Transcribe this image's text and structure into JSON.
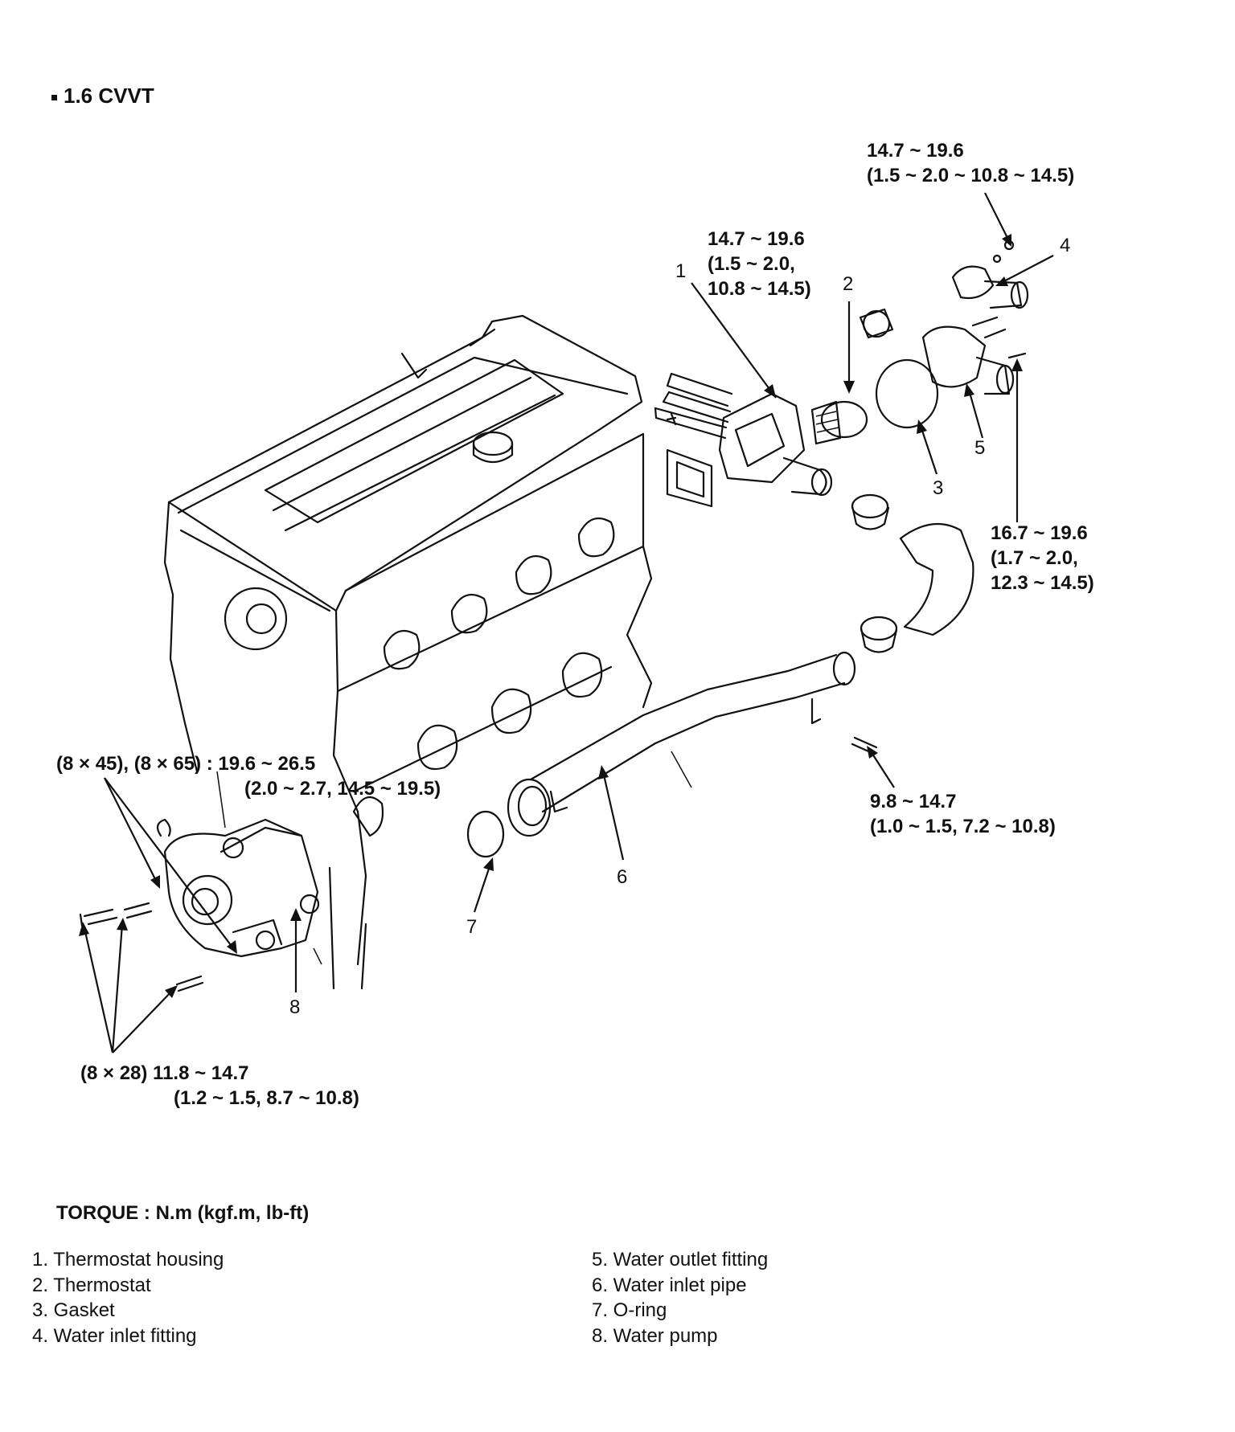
{
  "header": {
    "title": "1.6 CVVT"
  },
  "specs": {
    "top_right": [
      "14.7 ~ 19.6",
      "(1.5 ~ 2.0 ~ 10.8 ~ 14.5)"
    ],
    "housing": [
      "14.7 ~ 19.6",
      "(1.5 ~ 2.0,",
      "10.8 ~ 14.5)"
    ],
    "outlet": [
      "16.7 ~ 19.6",
      "(1.7 ~ 2.0,",
      "12.3 ~ 14.5)"
    ],
    "pipe_bolt": [
      "9.8 ~ 14.7",
      "(1.0 ~ 1.5, 7.2 ~ 10.8)"
    ],
    "pump_long": [
      "(8 ×  45), (8 × 65) : 19.6 ~ 26.5",
      "(2.0 ~ 2.7, 14.5 ~ 19.5)"
    ],
    "pump_short": [
      "(8 ×  28) 11.8 ~ 14.7",
      "(1.2 ~ 1.5, 8.7 ~ 10.8)"
    ]
  },
  "callouts": [
    "1",
    "2",
    "3",
    "4",
    "5",
    "6",
    "7",
    "8"
  ],
  "torque_note": "TORQUE : N.m (kgf.m, lb-ft)",
  "legend": {
    "left": [
      "1.  Thermostat housing",
      "2.  Thermostat",
      "3.  Gasket",
      "4.  Water inlet fitting"
    ],
    "right": [
      "5.  Water outlet fitting",
      "6.  Water inlet pipe",
      "7.  O-ring",
      "8.  Water pump"
    ]
  }
}
